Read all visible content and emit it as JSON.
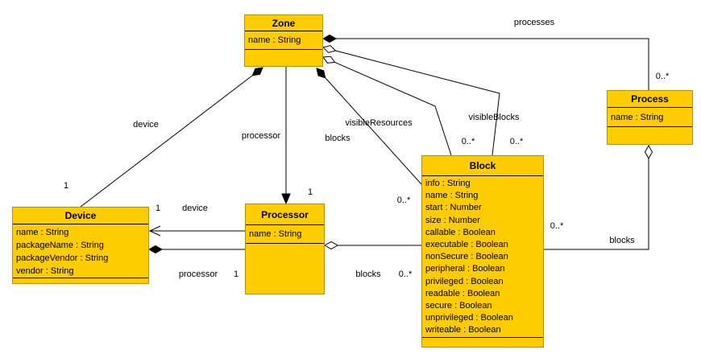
{
  "diagram": {
    "type": "uml-class-diagram",
    "classes": {
      "zone": {
        "name": "Zone",
        "attributes": [
          "name : String"
        ]
      },
      "process": {
        "name": "Process",
        "attributes": [
          "name : String"
        ]
      },
      "block": {
        "name": "Block",
        "attributes": [
          "info : String",
          "name : String",
          "start : Number",
          "size : Number",
          "callable : Boolean",
          "executable : Boolean",
          "nonSecure : Boolean",
          "peripheral : Boolean",
          "privileged : Boolean",
          "readable : Boolean",
          "secure : Boolean",
          "unprivileged : Boolean",
          "writeable : Boolean"
        ]
      },
      "device": {
        "name": "Device",
        "attributes": [
          "name : String",
          "packageName : String",
          "packageVendor : String",
          "vendor : String"
        ]
      },
      "processor": {
        "name": "Processor",
        "attributes": [
          "name : String"
        ]
      }
    },
    "edges": {
      "processes": {
        "name_label": "processes",
        "multiplicity": "0..*"
      },
      "visible_blocks": {
        "name_label": "visibleBlocks",
        "multiplicity": "0..*"
      },
      "visible_resources": {
        "name_label": "visibleResources",
        "multiplicity": "0..*"
      },
      "zone_device": {
        "name_label": "device",
        "multiplicity": "1"
      },
      "zone_processor": {
        "name_label": "processor",
        "multiplicity": "1"
      },
      "zone_blocks": {
        "name_label": "blocks",
        "multiplicity": "0..*"
      },
      "processor_device": {
        "name_label": "device",
        "multiplicity": "1"
      },
      "device_processor": {
        "name_label": "processor",
        "multiplicity": "1"
      },
      "processor_blocks": {
        "name_label": "blocks",
        "multiplicity": "0..*"
      },
      "process_blocks": {
        "name_label": "blocks",
        "multiplicity": "0..*"
      }
    },
    "colors": {
      "class_fill": "#FFCC00",
      "class_border": "#B39200",
      "connector": "#000000",
      "background": "#FFFFFF"
    }
  }
}
